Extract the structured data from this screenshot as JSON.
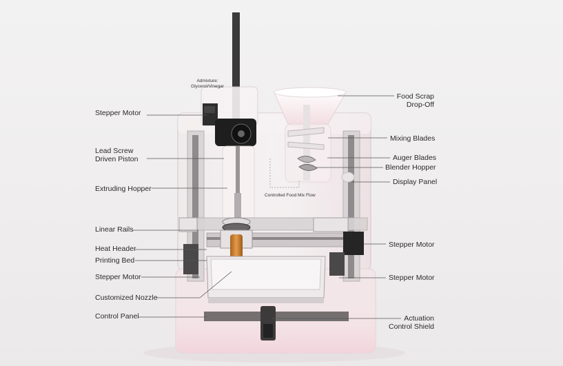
{
  "labels_left": [
    {
      "id": "stepper-motor-top",
      "text": "Stepper Motor"
    },
    {
      "id": "lead-screw",
      "text": "Lead Screw\nDriven Piston"
    },
    {
      "id": "extruding-hopper",
      "text": "Extruding Hopper"
    },
    {
      "id": "linear-rails",
      "text": "Linear Rails"
    },
    {
      "id": "heat-header",
      "text": "Heat Header"
    },
    {
      "id": "printing-bed",
      "text": "Printing Bed"
    },
    {
      "id": "stepper-motor-bottom-left",
      "text": "Stepper Motor"
    },
    {
      "id": "customized-nozzle",
      "text": "Customized Nozzle"
    },
    {
      "id": "control-panel",
      "text": "Control Panel"
    }
  ],
  "labels_right": [
    {
      "id": "food-scrap-dropoff",
      "text": "Food Scrap\nDrop-Off"
    },
    {
      "id": "mixing-blades",
      "text": "Mixing Blades"
    },
    {
      "id": "auger-blades",
      "text": "Auger Blades"
    },
    {
      "id": "blender-hopper",
      "text": "Blender Hopper"
    },
    {
      "id": "display-panel",
      "text": "Display Panel"
    },
    {
      "id": "stepper-motor-right",
      "text": "Stepper Motor"
    },
    {
      "id": "stepper-motor-bottom-right",
      "text": "Stepper Motor"
    },
    {
      "id": "actuation-control-shield",
      "text": "Actuation\nControl Shield"
    }
  ],
  "admixture": "Admixture:\nGlycerol/Vinegar",
  "flow_note": "Controlled Food Mix Flow"
}
